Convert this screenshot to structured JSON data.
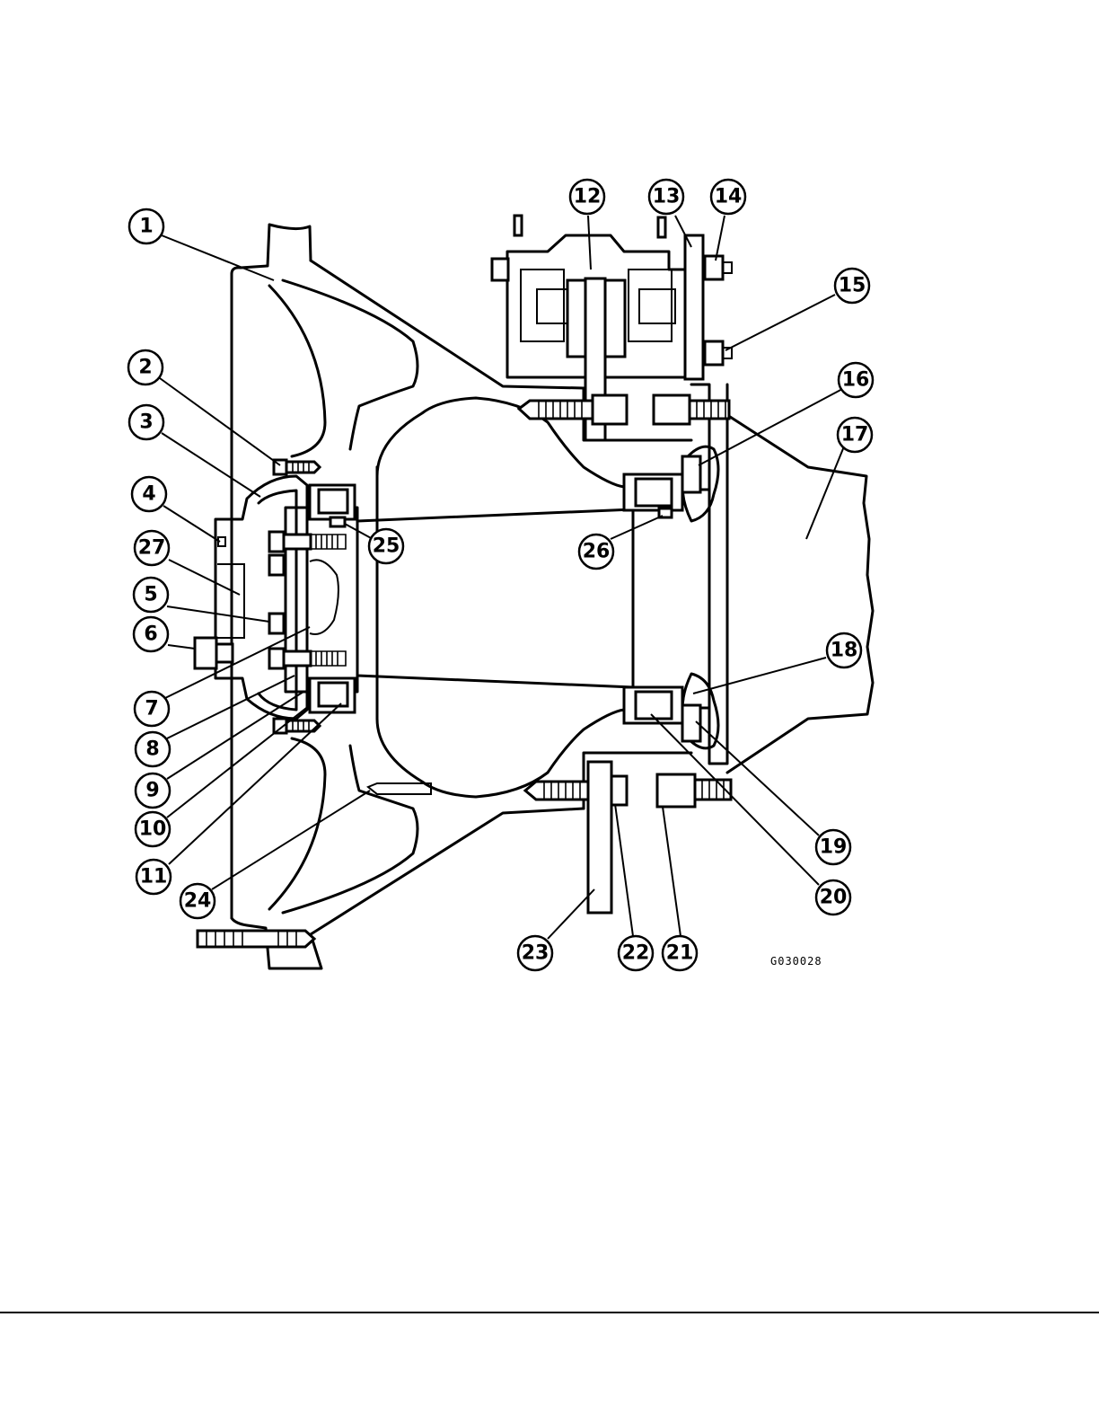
{
  "figure": {
    "id_label": "G030028",
    "callouts": [
      "1",
      "2",
      "3",
      "4",
      "27",
      "5",
      "6",
      "7",
      "8",
      "9",
      "10",
      "11",
      "24",
      "12",
      "13",
      "14",
      "15",
      "16",
      "17",
      "18",
      "19",
      "20",
      "21",
      "22",
      "23",
      "25",
      "26"
    ]
  }
}
